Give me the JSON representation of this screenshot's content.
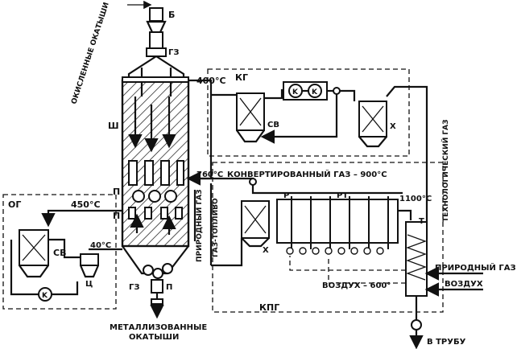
{
  "labels": {
    "b": "Б",
    "gz_top": "ГЗ",
    "sh": "Ш",
    "p_upper": "П",
    "p_mid": "П",
    "gz_bottom": "ГЗ",
    "p_bottom": "П",
    "og": "ОГ",
    "sv_left": "СВ",
    "ts": "Ц",
    "k_left": "K",
    "kg": "КГ",
    "sv_top": "СВ",
    "k1": "K",
    "k2": "K",
    "x_top": "Х",
    "x_mid": "Х",
    "r": "Р",
    "rt": "РТ",
    "t": "Т",
    "kpg": "КПГ"
  },
  "text": {
    "oxidized_pellets": "ОКИСЛЕННЫЕ ОКАТЫШИ",
    "metallized_line1": "МЕТАЛЛИЗОВАННЫЕ",
    "metallized_line2": "ОКАТЫШИ",
    "t400": "400°С",
    "t760": "760°С",
    "t450": "450°С",
    "t40": "40°С",
    "converted_gas": "КОНВЕРТИРОВАННЫЙ ГАЗ – 900°С",
    "t1100": "1100°С",
    "natural_gas_vertical": "ПРИРОДНЫЙ ГАЗ",
    "fuel_gas_vertical": "ГАЗ-ТОПЛИВО",
    "tech_gas_vertical": "ТЕХНОЛОГИЧЕСКИЙ ГАЗ",
    "natural_gas_right": "ПРИРОДНЫЙ ГАЗ",
    "air_right": "ВОЗДУХ",
    "air_600": "ВОЗДУХ – 600°",
    "to_chimney": "В ТРУБУ"
  }
}
